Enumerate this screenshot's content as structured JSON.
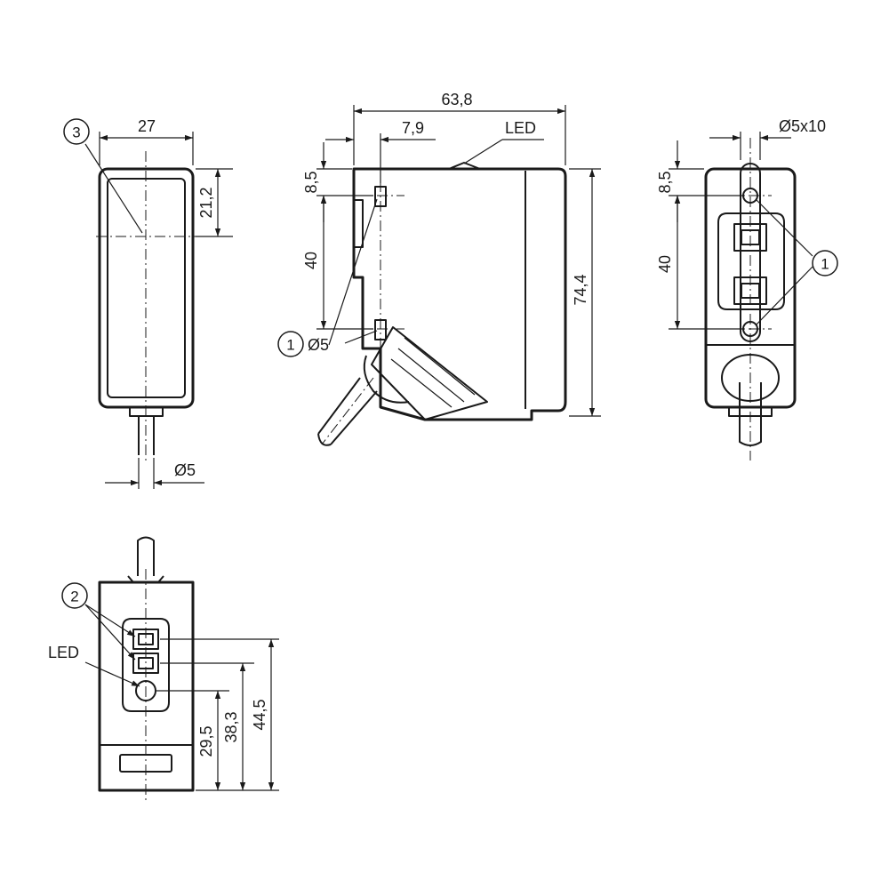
{
  "front_view": {
    "width_dim": "27",
    "height_dim": "21,2",
    "cable_dim": "Ø5",
    "callout": "3"
  },
  "side_view": {
    "width_dim": "63,8",
    "offset_dim": "7,9",
    "led_label": "LED",
    "hole_offset_dim": "8,5",
    "hole_spacing_dim": "40",
    "height_dim": "74,4",
    "callout": "1",
    "hole_label": "Ø5"
  },
  "back_view": {
    "slot_dim": "Ø5x10",
    "hole_offset_dim": "8,5",
    "hole_spacing_dim": "40",
    "callout": "1"
  },
  "bottom_view": {
    "callout": "2",
    "led_label": "LED",
    "dim_a": "29,5",
    "dim_b": "38,3",
    "dim_c": "44,5"
  }
}
